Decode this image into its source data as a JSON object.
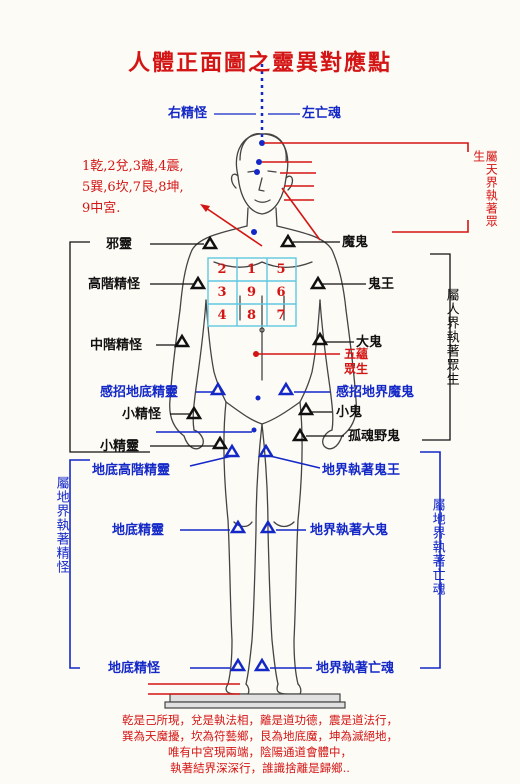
{
  "title": "人體正面圖之靈異對應點",
  "colors": {
    "red": "#d41515",
    "blue": "#1428c8",
    "black": "#111111",
    "grid": "#5ec8e0"
  },
  "top": {
    "left": "右精怪",
    "right": "左亡魂"
  },
  "trigrams": {
    "line1": "1乾,2兌,3離,4震,",
    "line2": "5巽,6坎,7艮,8坤,",
    "line3": "9中宮."
  },
  "heaven_bracket": "屬天界執著眾生",
  "human_bracket": "屬人界執著眾生",
  "earth_left_bracket": "屬地界執著精怪",
  "earth_right_bracket": "屬地界執著亡魂",
  "grid_numbers": [
    "2",
    "1",
    "5",
    "3",
    "9",
    "6",
    "4",
    "8",
    "7"
  ],
  "labels": {
    "xieling": "邪靈",
    "mogui": "魔鬼",
    "gaojie": "高階精怪",
    "guiwang": "鬼王",
    "zhongjie": "中階精怪",
    "dagui": "大鬼",
    "wuyun1": "五蘊",
    "wuyun2": "眾生",
    "ganzhao_left": "感招地底精靈",
    "ganzhao_right": "感招地界魔鬼",
    "xiaojingguai": "小精怪",
    "xiaogui": "小鬼",
    "xiaojingling": "小精靈",
    "guhun": "孤魂野鬼",
    "didi_gaojie": "地底高階精靈",
    "dijie_guiwang": "地界執著鬼王",
    "didi_jingling": "地底精靈",
    "dijie_dagui": "地界執著大鬼",
    "didi_jingguai": "地底精怪",
    "dijie_wanghun": "地界執著亡魂"
  },
  "footer": [
    "乾是己所現，兌是執法相，離是道功德，震是道法行，",
    "巽為天魔擾，坎為符藝鄉，艮為地底魔，坤為滅絕地，",
    "唯有中宮現兩端，陰陽通道會體中，",
    "執著結界深深行，誰識捨離是歸鄉.."
  ]
}
